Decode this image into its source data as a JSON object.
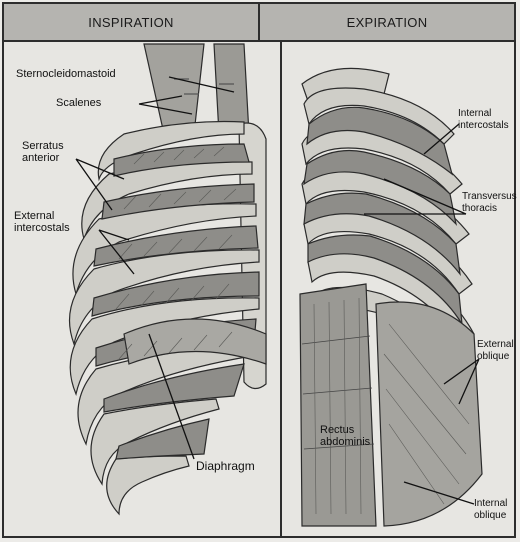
{
  "panels": {
    "left_title": "INSPIRATION",
    "right_title": "EXPIRATION"
  },
  "labels": {
    "sternocleidomastoid": "Sternocleidomastoid",
    "scalenes": "Scalenes",
    "serratus_anterior": "Serratus\nanterior",
    "external_intercostals": "External\nintercostals",
    "diaphragm": "Diaphragm",
    "internal_intercostals": "Internal\nintercostals",
    "transversus_thoracis": "Transversus\nthoracis",
    "external_oblique": "External\noblique",
    "rectus_abdominis": "Rectus\nabdominis",
    "internal_oblique": "Internal\noblique"
  },
  "colors": {
    "bone": "#d9d8d3",
    "muscle": "#8f8e8a",
    "muscle_dark": "#6e6d69",
    "line": "#1f1f1f"
  }
}
